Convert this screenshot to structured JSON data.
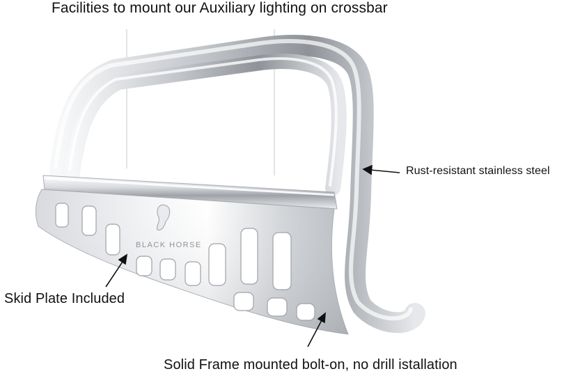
{
  "captions": {
    "crossbar": "Facilities to mount our Auxiliary lighting on crossbar",
    "rust": "Rust-resistant stainless steel",
    "skid": "Skid Plate Included",
    "frame": "Solid Frame mounted bolt-on, no drill istallation"
  },
  "product": {
    "logo_text": "BLACK HORSE"
  },
  "colors": {
    "steel_light": "#f4f5f7",
    "steel_mid": "#c9ccd1",
    "steel_dark": "#8e9298",
    "pointer": "#111111"
  }
}
